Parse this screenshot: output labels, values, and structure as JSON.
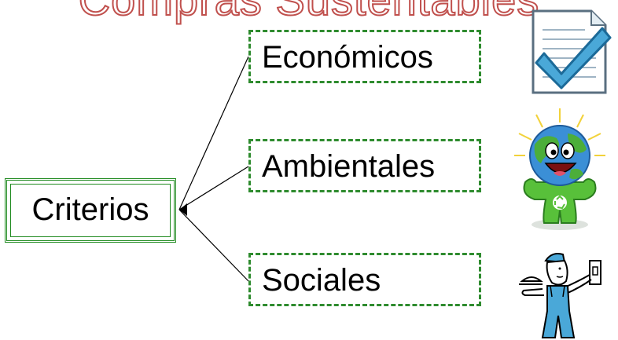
{
  "title": "Compras Sustentables",
  "root": {
    "label": "Criterios"
  },
  "branches": [
    {
      "label": "Económicos",
      "icon": "checklist-icon"
    },
    {
      "label": "Ambientales",
      "icon": "happy-earth-icon"
    },
    {
      "label": "Sociales",
      "icon": "worker-icon"
    }
  ],
  "colors": {
    "title_outline": "#c0504d",
    "box_border": "#2e8b2e",
    "connector": "#000000"
  }
}
